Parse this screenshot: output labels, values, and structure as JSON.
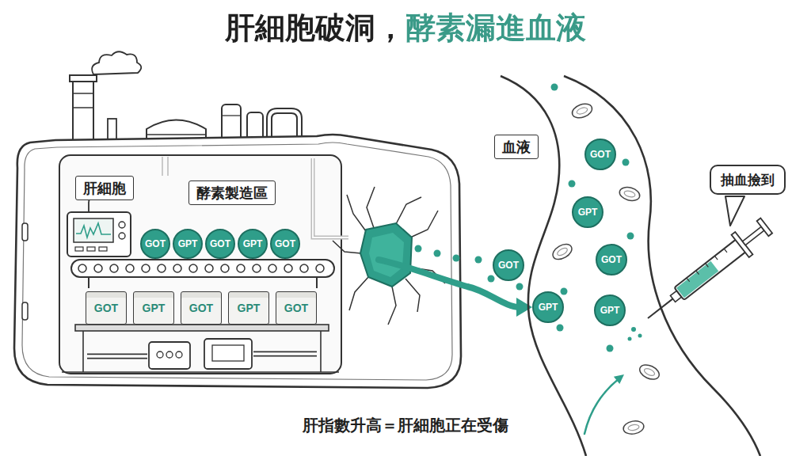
{
  "diagram": {
    "title": "肝細胞破洞，酵素漏進血液",
    "caption": "肝指數升高＝肝細胞正在受傷",
    "nodes": [
      {
        "text": [
          "肝細胞"
        ]
      },
      {
        "text": [
          "酵素製造區"
        ],
        "in": 0
      },
      {
        "text": [
          "GOT"
        ],
        "in": 0
      },
      {
        "text": [
          "GPT"
        ],
        "in": 0
      },
      {
        "text": [
          "GOT"
        ],
        "in": 0
      },
      {
        "text": [
          "GPT"
        ],
        "in": 0
      },
      {
        "text": [
          "GOT"
        ],
        "in": 0
      },
      {
        "text": [
          "GOT"
        ],
        "in": 0
      },
      {
        "text": [
          "GPT"
        ],
        "in": 0
      },
      {
        "text": [
          "GOT"
        ],
        "in": 0
      },
      {
        "text": [
          "GPT"
        ],
        "in": 0
      },
      {
        "text": [
          "GOT"
        ],
        "in": 0
      },
      {
        "text": [
          "GOT"
        ]
      },
      {
        "text": [
          "GPT"
        ]
      },
      {
        "text": [
          "血液"
        ]
      },
      {
        "text": [
          "GOT"
        ],
        "in": 14
      },
      {
        "text": [
          "GPT"
        ],
        "in": 14
      },
      {
        "text": [
          "GOT"
        ],
        "in": 14
      },
      {
        "text": [
          "GPT"
        ],
        "in": 14
      },
      {
        "text": [
          "抽血撿到"
        ]
      }
    ],
    "edges": [
      {
        "from": 0,
        "to": 13,
        "arrow": "to"
      }
    ]
  }
}
